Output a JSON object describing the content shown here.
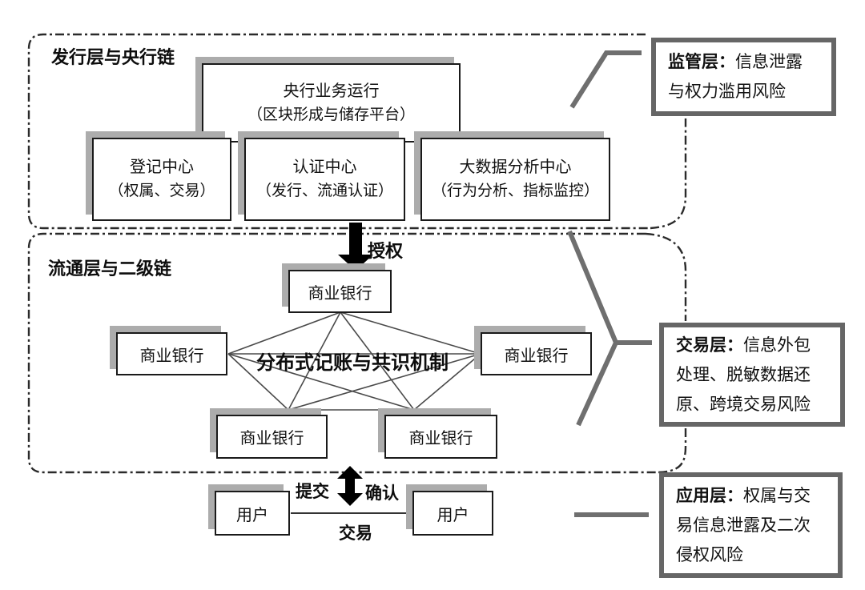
{
  "diagram": {
    "containers": [
      {
        "label": "发行层与央行链"
      },
      {
        "label": "流通层与二级链"
      }
    ],
    "issuance": {
      "central_box": {
        "line1": "央行业务运行",
        "line2": "（区块形成与储存平台）"
      },
      "sub_boxes": [
        {
          "line1": "登记中心",
          "line2": "（权属、交易）"
        },
        {
          "line1": "认证中心",
          "line2": "（发行、流通认证）"
        },
        {
          "line1": "大数据分析中心",
          "line2": "（行为分析、指标监控）"
        }
      ]
    },
    "circulation": {
      "banks": [
        "商业银行",
        "商业银行",
        "商业银行",
        "商业银行",
        "商业银行"
      ],
      "mesh_label": "分布式记账与共识机制"
    },
    "application": {
      "users": [
        "用户",
        "用户"
      ],
      "submit_label": "提交",
      "confirm_label": "确认",
      "trade_label": "交易"
    },
    "arrows": {
      "authorize_label": "授权"
    },
    "risk_boxes": [
      {
        "title": "监管层：",
        "lines": [
          "信息泄露",
          "与权力滥用风险",
          ""
        ]
      },
      {
        "title": "交易层：",
        "lines": [
          "信息外包",
          "处理、脱敏数据还",
          "原、跨境交易风险"
        ]
      },
      {
        "title": "应用层：",
        "lines": [
          "权属与交",
          "易信息泄露及二次",
          "侵权风险"
        ]
      }
    ],
    "colors": {
      "background": "#ffffff",
      "box_border": "#1a1a1a",
      "box_shadow": "#acacac",
      "risk_border": "#666666",
      "connector_gray": "#6f6f6f",
      "dash_border": "#2a2a2a",
      "arrow_black": "#000000"
    }
  }
}
